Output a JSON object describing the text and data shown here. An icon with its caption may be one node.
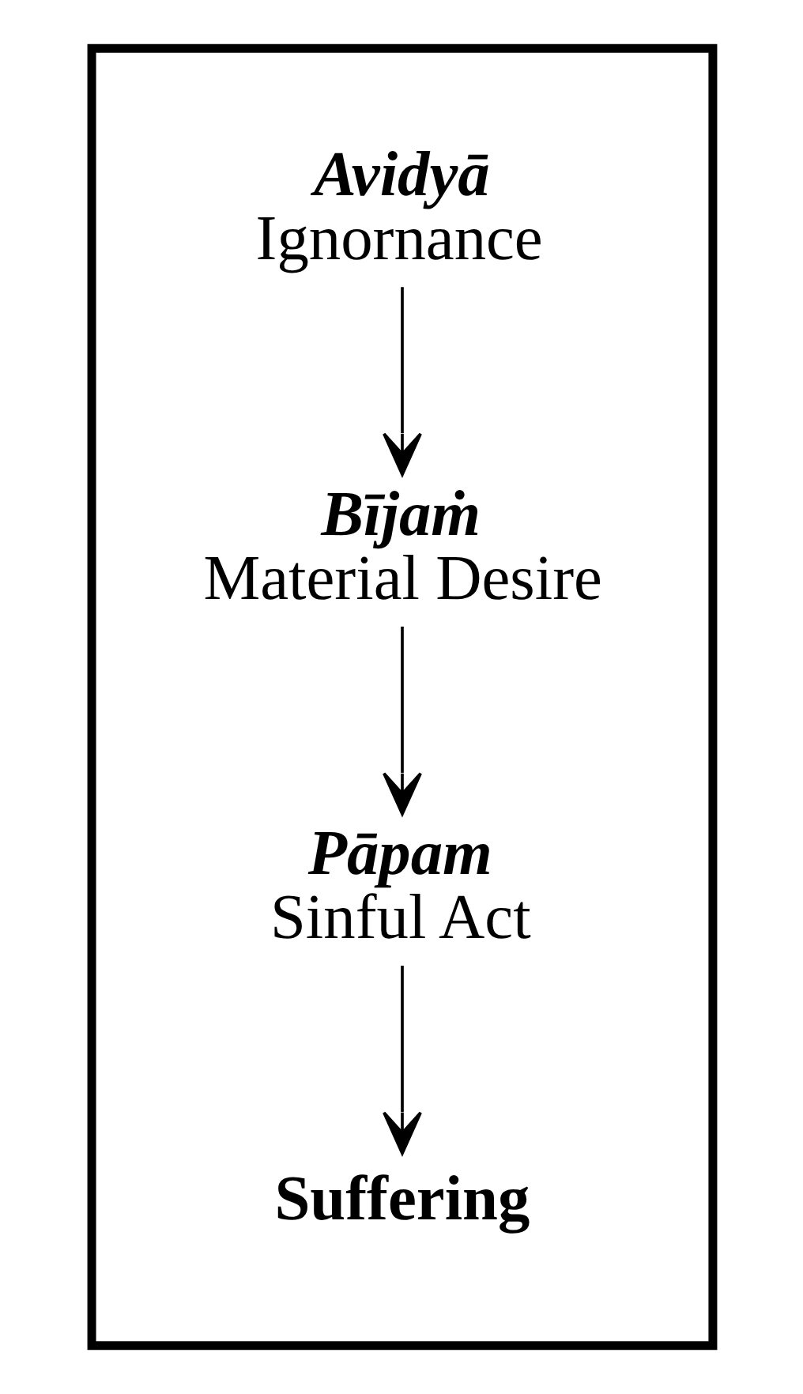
{
  "diagram": {
    "nodes": [
      {
        "text": [],
        "shape": "box"
      },
      {
        "text": [
          "Avidyā",
          "Ignornance"
        ],
        "in": 0
      },
      {
        "text": [
          "Bījaṁ",
          "Material Desire"
        ],
        "in": 0
      },
      {
        "text": [
          "Pāpam",
          "Sinful Act"
        ],
        "in": 0
      },
      {
        "text": [
          "Suffering"
        ],
        "in": 0
      }
    ],
    "edges": [
      {
        "from": 1,
        "to": 2,
        "arrow": "to"
      },
      {
        "from": 2,
        "to": 3,
        "arrow": "to"
      },
      {
        "from": 3,
        "to": 4,
        "arrow": "to"
      }
    ]
  }
}
